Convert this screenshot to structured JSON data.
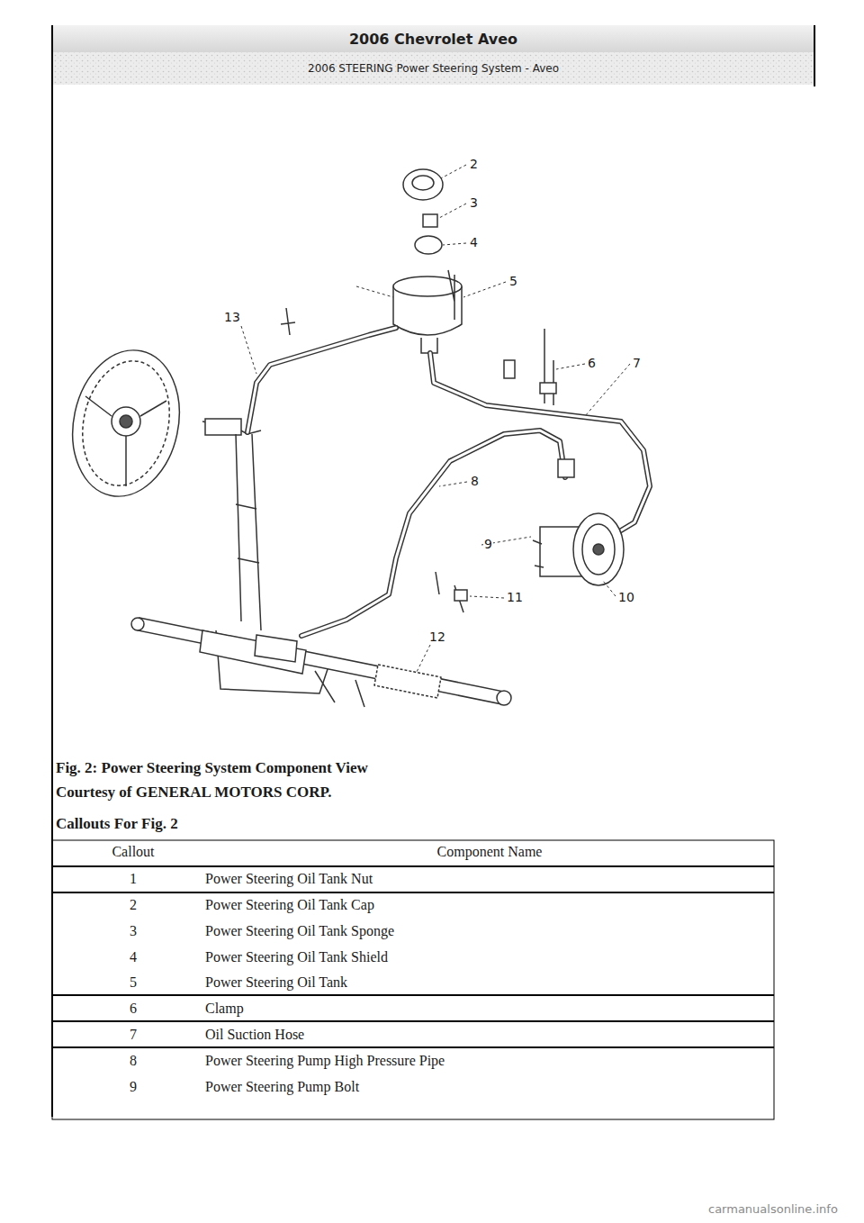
{
  "diagram": {
    "caption": "Fig. 2: Power Steering System Component View",
    "nodes": [
      {
        "text": [
          "2006 Chevrolet Aveo"
        ]
      },
      {
        "text": [
          "2006 STEERING Power Steering System - Aveo"
        ]
      }
    ],
    "labels": [
      "Courtesy of GENERAL MOTORS CORP.",
      "Callouts For Fig. 2",
      "Callout",
      "Component Name",
      "1",
      "Power Steering Oil Tank Nut",
      "2",
      "Power Steering Oil Tank Cap",
      "3",
      "Power Steering Oil Tank Sponge",
      "4",
      "Power Steering Oil Tank Shield",
      "5",
      "Power Steering Oil Tank",
      "6",
      "Clamp",
      "7",
      "Oil Suction Hose",
      "8",
      "Power Steering Pump High Pressure Pipe",
      "9",
      "Power Steering Pump Bolt",
      "2",
      "3",
      "4",
      "5",
      "13",
      "6",
      "7",
      "8",
      "9",
      "10",
      "11",
      "12",
      "carmanualsonline.info"
    ]
  }
}
